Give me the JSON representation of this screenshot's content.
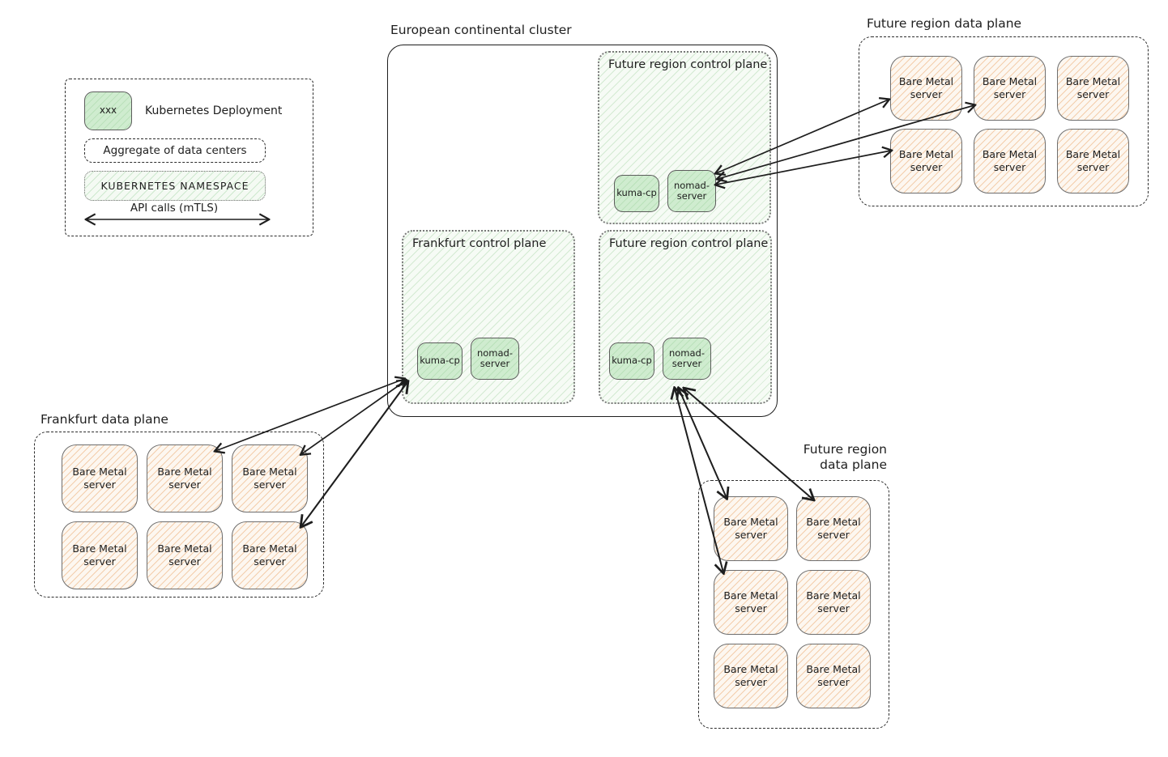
{
  "legend": {
    "deployment_sample_label": "xxx",
    "deployment_label": "Kubernetes Deployment",
    "aggregate_label": "Aggregate of data centers",
    "namespace_label": "KUBERNETES NAMESPACE",
    "api_calls_label": "API calls (mTLS)"
  },
  "cluster": {
    "title": "European continental cluster",
    "control_planes": [
      {
        "id": "future-region-top",
        "title": "Future region control plane",
        "deployments": [
          {
            "label": "kuma-cp"
          },
          {
            "label": "nomad-server"
          }
        ]
      },
      {
        "id": "frankfurt",
        "title": "Frankfurt control plane",
        "deployments": [
          {
            "label": "kuma-cp"
          },
          {
            "label": "nomad-server"
          }
        ]
      },
      {
        "id": "future-region-bottom",
        "title": "Future region control plane",
        "deployments": [
          {
            "label": "kuma-cp"
          },
          {
            "label": "nomad-server"
          }
        ]
      }
    ]
  },
  "data_planes": [
    {
      "id": "future-region-northeast",
      "title": "Future region data plane",
      "grid": "2 rows x 3 cols",
      "servers": [
        "Bare Metal server",
        "Bare Metal server",
        "Bare Metal server",
        "Bare Metal server",
        "Bare Metal server",
        "Bare Metal server"
      ]
    },
    {
      "id": "frankfurt",
      "title": "Frankfurt data plane",
      "grid": "2 rows x 3 cols",
      "servers": [
        "Bare Metal server",
        "Bare Metal server",
        "Bare Metal server",
        "Bare Metal server",
        "Bare Metal server",
        "Bare Metal server"
      ]
    },
    {
      "id": "future-region-southeast",
      "title": "Future region data plane",
      "grid": "3 rows x 2 cols",
      "servers": [
        "Bare Metal server",
        "Bare Metal server",
        "Bare Metal server",
        "Bare Metal server",
        "Bare Metal server",
        "Bare Metal server"
      ]
    }
  ],
  "connections": [
    {
      "from": "Future region control plane (top, nomad-server)",
      "to": "Future region data plane (top right)",
      "arrows": 3,
      "bidirectional": true,
      "meaning": "API calls (mTLS)"
    },
    {
      "from": "Frankfurt control plane",
      "to": "Frankfurt data plane",
      "arrows": 3,
      "bidirectional": true,
      "meaning": "API calls (mTLS)"
    },
    {
      "from": "Future region control plane (bottom, nomad-server)",
      "to": "Future region data plane (bottom right)",
      "arrows": 3,
      "bidirectional": true,
      "meaning": "API calls (mTLS)"
    }
  ],
  "colors": {
    "stroke": "#1e1e1e",
    "deployment_fill": "#cfeccf",
    "namespace_fill": "#f6fbf5",
    "namespace_hatch": "#8fcf8f",
    "server_fill": "#fdf7f0",
    "server_hatch": "#e89046",
    "box_border_gray": "#6e6e6e"
  }
}
